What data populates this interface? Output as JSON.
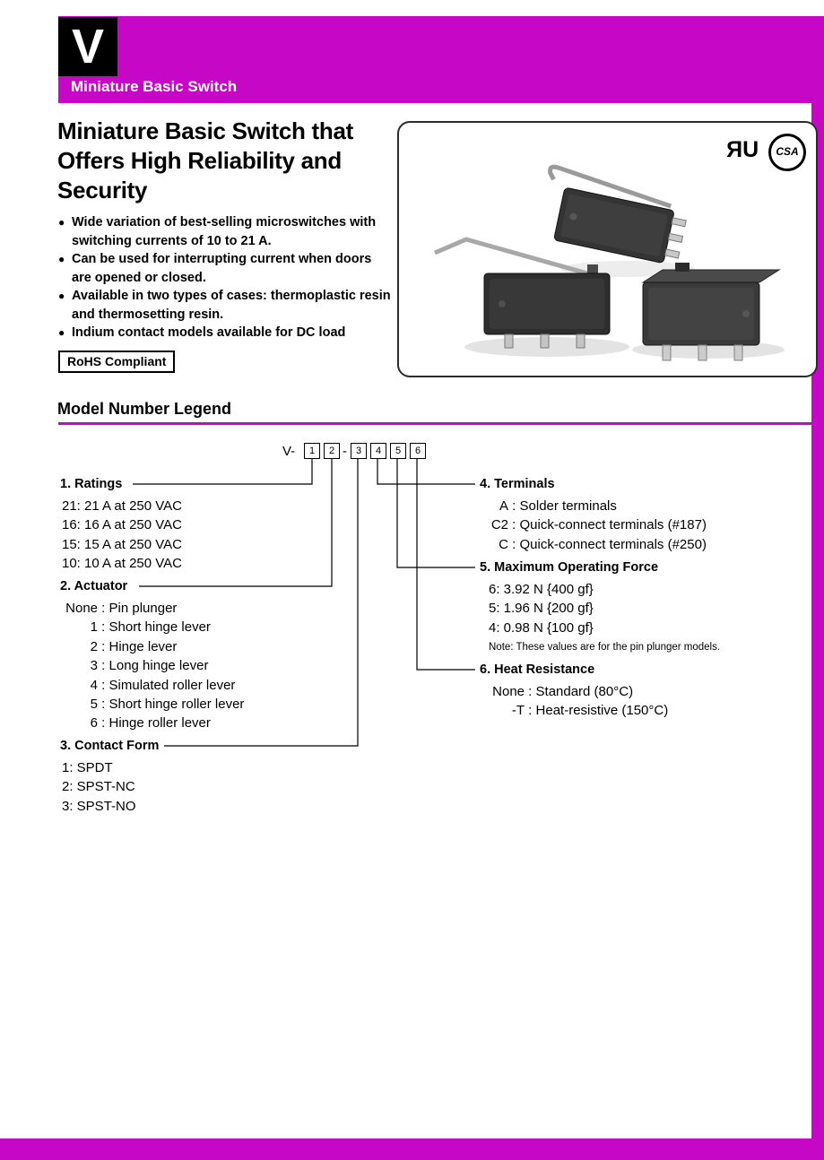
{
  "page": {
    "accent": "#c607c6",
    "background": "#ffffff"
  },
  "header": {
    "letter": "V",
    "subtitle": "Miniature Basic Switch"
  },
  "intro": {
    "title": "Miniature Basic Switch that\nOffers High Reliability and\nSecurity",
    "bullet_glyph": "●",
    "bullets": [
      "Wide variation of best-selling microswitches with\nswitching currents of 10 to 21 A.",
      "Can be used for interrupting current when doors\nare opened or closed.",
      "Available in two types of cases: thermoplastic resin\nand thermosetting resin.",
      "Indium contact models available for DC load"
    ],
    "rohs": "RoHS Compliant"
  },
  "marks": {
    "ul_r": "R",
    "ul_u": "U",
    "csa": "CSA"
  },
  "legend": {
    "heading": "Model Number Legend",
    "prefix": "V-",
    "dash": "-",
    "digits": [
      "1",
      "2",
      "3",
      "4",
      "5",
      "6"
    ],
    "colon": " : ",
    "sections": {
      "ratings": {
        "title": "1. Ratings",
        "items": [
          "21: 21 A at 250 VAC",
          "16: 16 A at 250 VAC",
          "15: 15 A at 250 VAC",
          "10: 10 A at 250 VAC"
        ]
      },
      "actuator": {
        "title": "2. Actuator",
        "items": [
          {
            "code": "None",
            "desc": "Pin plunger"
          },
          {
            "code": "1",
            "desc": "Short hinge lever"
          },
          {
            "code": "2",
            "desc": "Hinge lever"
          },
          {
            "code": "3",
            "desc": "Long hinge lever"
          },
          {
            "code": "4",
            "desc": "Simulated roller lever"
          },
          {
            "code": "5",
            "desc": "Short hinge roller lever"
          },
          {
            "code": "6",
            "desc": "Hinge roller lever"
          }
        ]
      },
      "contact": {
        "title": "3. Contact Form",
        "items": [
          "1: SPDT",
          "2: SPST-NC",
          "3: SPST-NO"
        ]
      },
      "terminals": {
        "title": "4. Terminals",
        "items": [
          {
            "code": "A",
            "desc": "Solder terminals"
          },
          {
            "code": "C2",
            "desc": "Quick-connect terminals (#187)"
          },
          {
            "code": "C",
            "desc": "Quick-connect terminals (#250)"
          }
        ]
      },
      "force": {
        "title": "5. Maximum Operating Force",
        "items": [
          "6: 3.92 N {400 gf}",
          "5: 1.96 N {200 gf}",
          "4: 0.98 N {100 gf}"
        ],
        "note": "Note: These values are for the pin plunger models."
      },
      "heat": {
        "title": "6. Heat Resistance",
        "items": [
          {
            "code": "None",
            "desc": "Standard (80°C)"
          },
          {
            "code": "-T",
            "desc": "Heat-resistive (150°C)"
          }
        ]
      }
    }
  }
}
